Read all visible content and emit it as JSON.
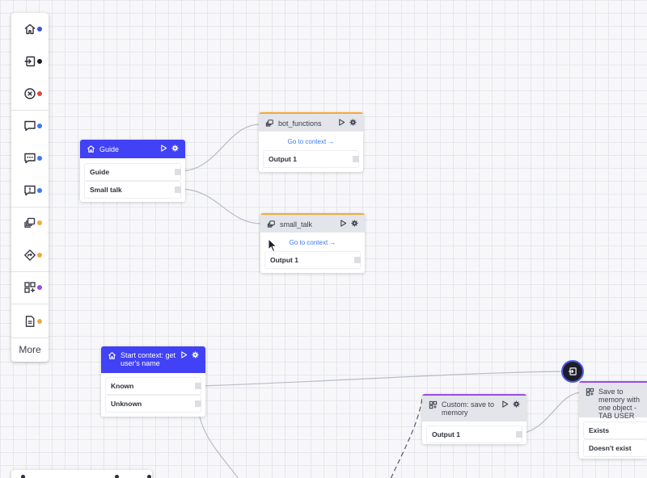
{
  "toolbar": {
    "items": [
      {
        "icon": "home-icon",
        "dot_color": "#3f51e0"
      },
      {
        "icon": "enter-icon",
        "dot_color": "#1d1e2a"
      },
      {
        "icon": "close-circle-icon",
        "dot_color": "#e5473b"
      },
      {
        "icon": "chat-bubble-icon",
        "dot_color": "#3b79f0"
      },
      {
        "icon": "chat-dots-icon",
        "dot_color": "#3b79f0"
      },
      {
        "icon": "chat-alert-icon",
        "dot_color": "#3b79f0"
      },
      {
        "icon": "stack-icon",
        "dot_color": "#f3a93b"
      },
      {
        "icon": "diamond-arrow-icon",
        "dot_color": "#f3a93b"
      },
      {
        "icon": "grid-add-icon",
        "dot_color": "#9c4ae8"
      },
      {
        "icon": "document-icon",
        "dot_color": "#f3a93b"
      }
    ],
    "more_label": "More"
  },
  "nodes": {
    "guide": {
      "title": "Guide",
      "rows": [
        "Guide",
        "Small talk"
      ]
    },
    "bot_functions": {
      "title": "bot_functions",
      "goto_label": "Go to context →",
      "rows": [
        "Output 1"
      ]
    },
    "small_talk": {
      "title": "small_talk",
      "goto_label": "Go to context →",
      "rows": [
        "Output 1"
      ]
    },
    "start_context": {
      "title": "Start context: get user's name",
      "rows": [
        "Known",
        "Unknown"
      ]
    },
    "custom_save": {
      "title": "Custom: save to memory",
      "rows": [
        "Output 1"
      ]
    },
    "save_memory": {
      "title": "Save to memory with one object - TAB USER",
      "rows": [
        "Exists",
        "Doesn't exist"
      ]
    }
  },
  "colors": {
    "start_header": "#4141f5",
    "context_accent": "#f3a93b",
    "action_accent": "#9c4ae8",
    "link_blue": "#3b79f0"
  }
}
